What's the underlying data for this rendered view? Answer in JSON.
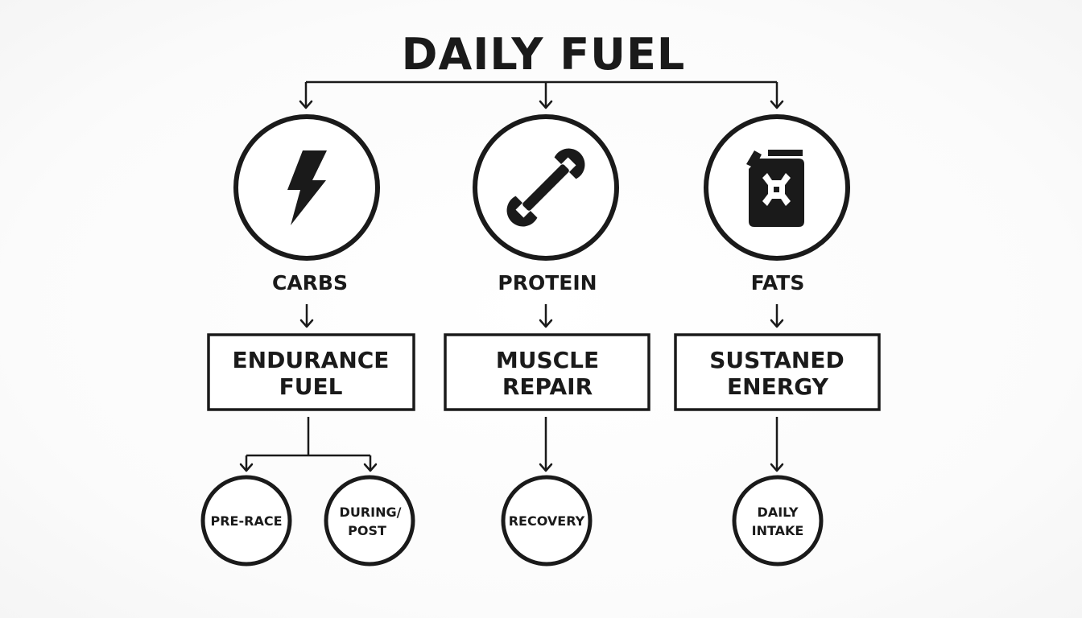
{
  "title": "DAILY FUEL",
  "macros": [
    {
      "label": "CARBS",
      "icon": "lightning-bolt-icon",
      "benefit": [
        "ENDURANCE",
        "FUEL"
      ],
      "timing": [
        {
          "lines": [
            "PRE-RACE"
          ]
        },
        {
          "lines": [
            "DURING/",
            "POST"
          ]
        }
      ]
    },
    {
      "label": "PROTEIN",
      "icon": "wrench-icon",
      "benefit": [
        "MUSCLE",
        "REPAIR"
      ],
      "timing": [
        {
          "lines": [
            "RECOVERY"
          ]
        }
      ]
    },
    {
      "label": "FATS",
      "icon": "jerry-can-icon",
      "benefit": [
        "SUSTANED",
        "ENERGY"
      ],
      "timing": [
        {
          "lines": [
            "DAILY",
            "INTAKE"
          ]
        }
      ]
    }
  ],
  "colors": {
    "ink": "#1a1a1a",
    "background": "#ffffff"
  }
}
